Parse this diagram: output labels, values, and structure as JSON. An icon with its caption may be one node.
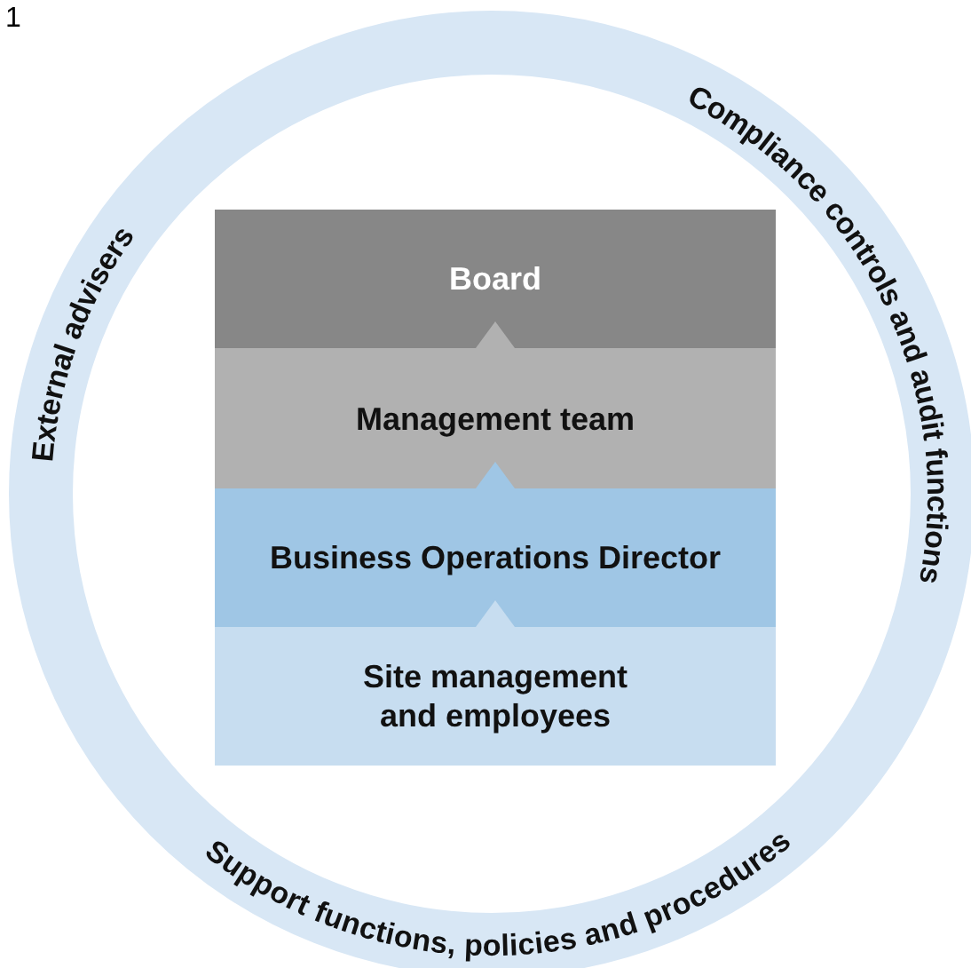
{
  "diagram": {
    "nodes": [
      {
        "text": [
          "External advisers",
          "Compliance controls and audit functions",
          "Support functions, policies and procedures"
        ]
      },
      {
        "text": [
          "Board"
        ],
        "in": 0
      },
      {
        "text": [
          "Management team"
        ],
        "in": 0
      },
      {
        "text": [
          "Business Operations Director"
        ],
        "in": 0
      },
      {
        "text": [
          "Site management and employees"
        ],
        "in": 0
      }
    ],
    "edges": [
      {
        "from": 4,
        "to": 3,
        "arrow": "to"
      },
      {
        "from": 3,
        "to": 2,
        "arrow": "to"
      },
      {
        "from": 2,
        "to": 1,
        "arrow": "to"
      }
    ],
    "labels": [
      "1"
    ]
  }
}
